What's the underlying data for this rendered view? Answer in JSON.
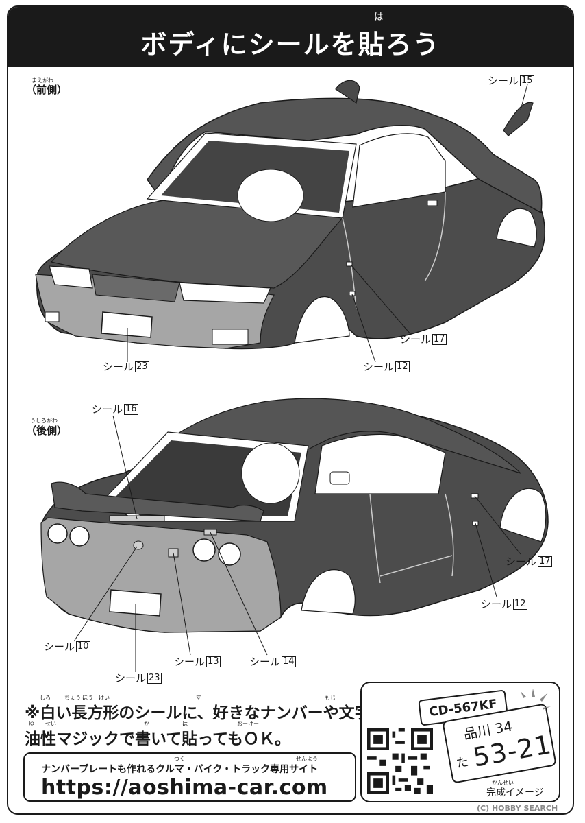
{
  "header": {
    "title": "ボディにシールを貼ろう",
    "title_ruby": "は"
  },
  "front_view": {
    "label": "（前側）",
    "ruby": "まえがわ",
    "callouts": [
      {
        "text": "シール",
        "num": "15"
      },
      {
        "text": "シール",
        "num": "17"
      },
      {
        "text": "シール",
        "num": "12"
      },
      {
        "text": "シール",
        "num": "23"
      }
    ]
  },
  "rear_view": {
    "label": "（後側）",
    "ruby": "うしろがわ",
    "callouts": [
      {
        "text": "シール",
        "num": "16"
      },
      {
        "text": "シール",
        "num": "17"
      },
      {
        "text": "シール",
        "num": "12"
      },
      {
        "text": "シール",
        "num": "10"
      },
      {
        "text": "シール",
        "num": "13"
      },
      {
        "text": "シール",
        "num": "14"
      },
      {
        "text": "シール",
        "num": "23"
      }
    ]
  },
  "note": {
    "line1": "※白い長方形のシールに、好きなナンバーや文字を",
    "line2": "油性マジックで書いて貼ってもＯＫ。",
    "ruby1": [
      "しろ",
      "ちょう",
      "ほう",
      "けい",
      "す",
      "もじ"
    ],
    "ruby2": [
      "ゆ",
      "せい",
      "か",
      "は",
      "おーけー"
    ]
  },
  "website": {
    "caption": "ナンバープレートも作れるクルマ・バイク・トラック専用サイト",
    "caption_ruby": [
      "つく",
      "せんよう"
    ],
    "url": "https://aoshima-car.com"
  },
  "sample_image": {
    "plate_small": "CD-567KF",
    "plate_region": "品川 34",
    "plate_kana": "た",
    "plate_number": "53-21",
    "caption": "完成イメージ",
    "caption_ruby": "かんせい"
  },
  "watermark": "(C) HOBBY SEARCH",
  "colors": {
    "ink": "#1a1a1a",
    "body": "#4a4a4a",
    "body_light": "#9a9a9a",
    "paper": "#ffffff"
  }
}
